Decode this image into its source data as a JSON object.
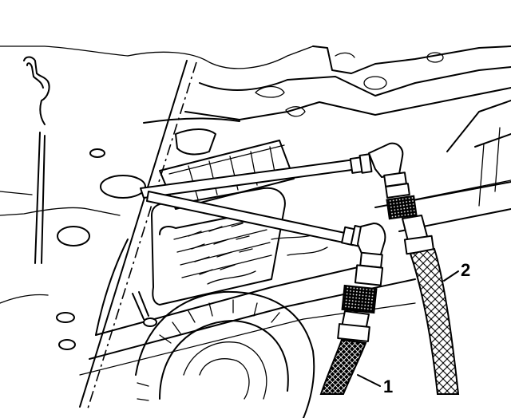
{
  "callouts": [
    {
      "number": "1",
      "part": "hose-1"
    },
    {
      "number": "2",
      "part": "hose-2"
    }
  ],
  "colors": {
    "ink": "#000000",
    "paper": "#ffffff"
  }
}
